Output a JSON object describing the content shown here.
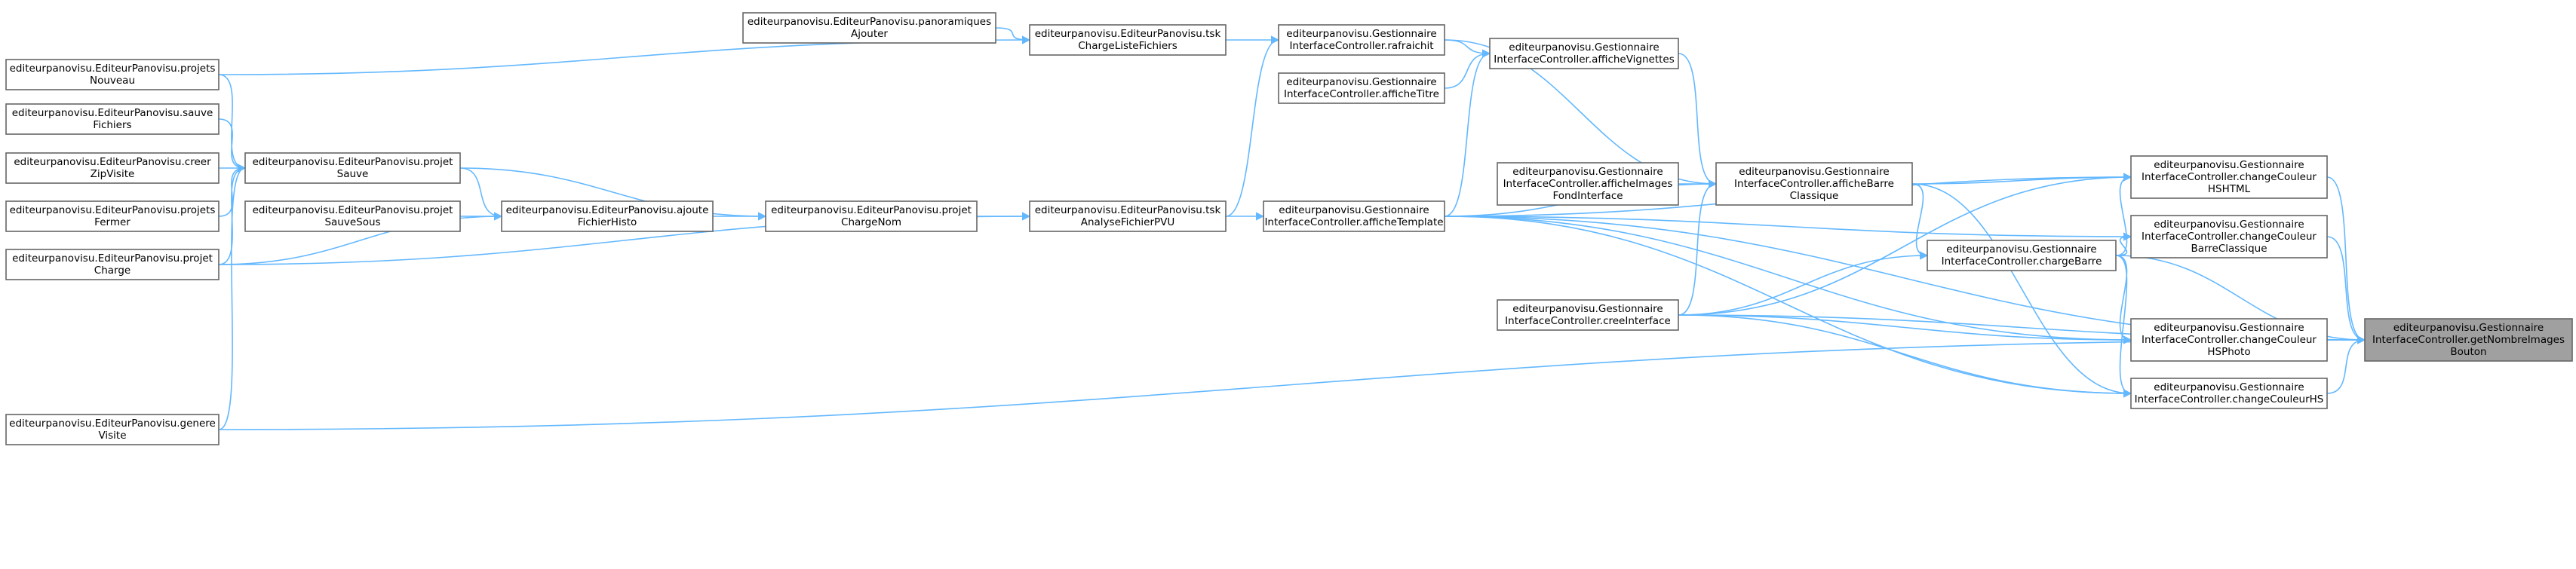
{
  "diagram": {
    "type": "call-graph",
    "colors": {
      "edge": "#63b8ff",
      "node_border": "#666666",
      "focus_fill": "#a0a0a0"
    },
    "nodes": [
      {
        "id": "getNombre",
        "focus": true,
        "lines": [
          "editeurpanovisu.Gestionnaire",
          "InterfaceController.getNombreImages",
          "Bouton"
        ]
      },
      {
        "id": "changeHSHTML",
        "lines": [
          "editeurpanovisu.Gestionnaire",
          "InterfaceController.changeCouleur",
          "HSHTML"
        ]
      },
      {
        "id": "changeBarre",
        "lines": [
          "editeurpanovisu.Gestionnaire",
          "InterfaceController.changeCouleur",
          "BarreClassique"
        ]
      },
      {
        "id": "changeHSPhoto",
        "lines": [
          "editeurpanovisu.Gestionnaire",
          "InterfaceController.changeCouleur",
          "HSPhoto"
        ]
      },
      {
        "id": "changeHS",
        "lines": [
          "editeurpanovisu.Gestionnaire",
          "InterfaceController.changeCouleurHS"
        ]
      },
      {
        "id": "chargeBarre",
        "lines": [
          "editeurpanovisu.Gestionnaire",
          "InterfaceController.chargeBarre"
        ]
      },
      {
        "id": "afficheBarre",
        "lines": [
          "editeurpanovisu.Gestionnaire",
          "InterfaceController.afficheBarre",
          "Classique"
        ]
      },
      {
        "id": "afficheVignettes",
        "lines": [
          "editeurpanovisu.Gestionnaire",
          "InterfaceController.afficheVignettes"
        ]
      },
      {
        "id": "afficheImages",
        "lines": [
          "editeurpanovisu.Gestionnaire",
          "InterfaceController.afficheImages",
          "FondInterface"
        ]
      },
      {
        "id": "creeInterface",
        "lines": [
          "editeurpanovisu.Gestionnaire",
          "InterfaceController.creeInterface"
        ]
      },
      {
        "id": "rafraichit",
        "lines": [
          "editeurpanovisu.Gestionnaire",
          "InterfaceController.rafraichit"
        ]
      },
      {
        "id": "afficheTitre",
        "lines": [
          "editeurpanovisu.Gestionnaire",
          "InterfaceController.afficheTitre"
        ]
      },
      {
        "id": "afficheTemplate",
        "lines": [
          "editeurpanovisu.Gestionnaire",
          "InterfaceController.afficheTemplate"
        ]
      },
      {
        "id": "tskCharge",
        "lines": [
          "editeurpanovisu.EditeurPanovisu.tsk",
          "ChargeListeFichiers"
        ]
      },
      {
        "id": "tskAnalyse",
        "lines": [
          "editeurpanovisu.EditeurPanovisu.tsk",
          "AnalyseFichierPVU"
        ]
      },
      {
        "id": "panoAjouter",
        "lines": [
          "editeurpanovisu.EditeurPanovisu.panoramiques",
          "Ajouter"
        ]
      },
      {
        "id": "chargeNom",
        "lines": [
          "editeurpanovisu.EditeurPanovisu.projet",
          "ChargeNom"
        ]
      },
      {
        "id": "ajouteHisto",
        "lines": [
          "editeurpanovisu.EditeurPanovisu.ajoute",
          "FichierHisto"
        ]
      },
      {
        "id": "projetSauve",
        "lines": [
          "editeurpanovisu.EditeurPanovisu.projet",
          "Sauve"
        ]
      },
      {
        "id": "projetSauveSous",
        "lines": [
          "editeurpanovisu.EditeurPanovisu.projet",
          "SauveSous"
        ]
      },
      {
        "id": "projetsNouveau",
        "lines": [
          "editeurpanovisu.EditeurPanovisu.projets",
          "Nouveau"
        ]
      },
      {
        "id": "sauveFichiers",
        "lines": [
          "editeurpanovisu.EditeurPanovisu.sauve",
          "Fichiers"
        ]
      },
      {
        "id": "creerZip",
        "lines": [
          "editeurpanovisu.EditeurPanovisu.creer",
          "ZipVisite"
        ]
      },
      {
        "id": "projetsFermer",
        "lines": [
          "editeurpanovisu.EditeurPanovisu.projets",
          "Fermer"
        ]
      },
      {
        "id": "projetCharge",
        "lines": [
          "editeurpanovisu.EditeurPanovisu.projet",
          "Charge"
        ]
      },
      {
        "id": "genereVisite",
        "lines": [
          "editeurpanovisu.EditeurPanovisu.genere",
          "Visite"
        ]
      }
    ],
    "edges": [
      [
        "getNombre",
        "changeHSHTML"
      ],
      [
        "getNombre",
        "changeBarre"
      ],
      [
        "getNombre",
        "changeHSPhoto"
      ],
      [
        "getNombre",
        "changeHS"
      ],
      [
        "getNombre",
        "chargeBarre"
      ],
      [
        "getNombre",
        "creeInterface"
      ],
      [
        "getNombre",
        "genereVisite"
      ],
      [
        "getNombre",
        "afficheTemplate"
      ],
      [
        "changeHSHTML",
        "chargeBarre"
      ],
      [
        "changeHSHTML",
        "afficheBarre"
      ],
      [
        "changeHSHTML",
        "creeInterface"
      ],
      [
        "changeHSHTML",
        "afficheTemplate"
      ],
      [
        "changeBarre",
        "chargeBarre"
      ],
      [
        "changeBarre",
        "afficheTemplate"
      ],
      [
        "changeHSPhoto",
        "chargeBarre"
      ],
      [
        "changeHSPhoto",
        "creeInterface"
      ],
      [
        "changeHSPhoto",
        "afficheTemplate"
      ],
      [
        "changeHS",
        "chargeBarre"
      ],
      [
        "changeHS",
        "afficheBarre"
      ],
      [
        "changeHS",
        "creeInterface"
      ],
      [
        "changeHS",
        "afficheTemplate"
      ],
      [
        "chargeBarre",
        "afficheBarre"
      ],
      [
        "chargeBarre",
        "creeInterface"
      ],
      [
        "afficheBarre",
        "rafraichit"
      ],
      [
        "afficheBarre",
        "afficheVignettes"
      ],
      [
        "afficheBarre",
        "afficheTemplate"
      ],
      [
        "afficheBarre",
        "afficheImages"
      ],
      [
        "afficheBarre",
        "creeInterface"
      ],
      [
        "afficheVignettes",
        "rafraichit"
      ],
      [
        "afficheVignettes",
        "afficheTitre"
      ],
      [
        "afficheVignettes",
        "afficheTemplate"
      ],
      [
        "rafraichit",
        "tskCharge"
      ],
      [
        "rafraichit",
        "tskAnalyse"
      ],
      [
        "afficheTemplate",
        "tskAnalyse"
      ],
      [
        "tskCharge",
        "panoAjouter"
      ],
      [
        "tskCharge",
        "projetsNouveau"
      ],
      [
        "tskAnalyse",
        "chargeNom"
      ],
      [
        "tskAnalyse",
        "projetCharge"
      ],
      [
        "chargeNom",
        "ajouteHisto"
      ],
      [
        "chargeNom",
        "projetSauve"
      ],
      [
        "ajouteHisto",
        "projetSauve"
      ],
      [
        "ajouteHisto",
        "projetSauveSous"
      ],
      [
        "ajouteHisto",
        "projetCharge"
      ],
      [
        "projetSauve",
        "projetsNouveau"
      ],
      [
        "projetSauve",
        "sauveFichiers"
      ],
      [
        "projetSauve",
        "creerZip"
      ],
      [
        "projetSauve",
        "projetsFermer"
      ],
      [
        "projetSauve",
        "projetCharge"
      ],
      [
        "projetSauve",
        "genereVisite"
      ]
    ]
  }
}
